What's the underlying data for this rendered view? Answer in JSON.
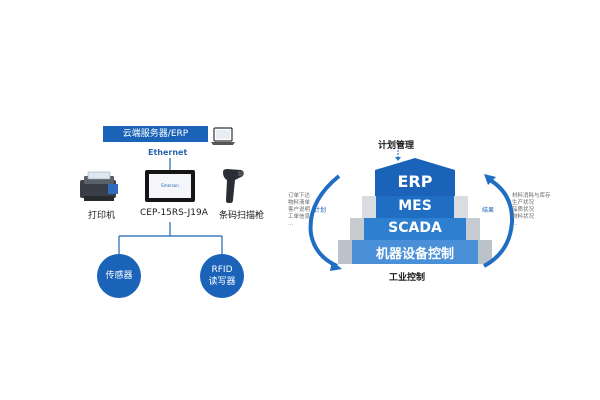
{
  "left": {
    "cloud_label": "云端服务器/ERP",
    "ethernet_label": "Ethernet",
    "printer_label": "打印机",
    "device_label": "CEP-15RS-J19A",
    "scanner_label": "条码扫描枪",
    "sensor_label": "传感器",
    "rfid_line1": "RFID",
    "rfid_line2": "读写器",
    "device_screen_logo": "Emerson"
  },
  "right": {
    "top_label": "计划管理",
    "bottom_label": "工业控制",
    "tiers": [
      "ERP",
      "MES",
      "SCADA",
      "机器设备控制"
    ],
    "left_arrow_label": "计划",
    "right_arrow_label": "结果",
    "left_list": [
      "订单下达",
      "物料清单",
      "客户说明",
      "工单信息",
      "..."
    ],
    "right_list": [
      "材料消耗与库存",
      "生产状况",
      "品质状况",
      "物料状况",
      "..."
    ]
  },
  "colors": {
    "brand_blue": "#1a63b8",
    "tier_blue": "#4a90d9",
    "tier_gray_light": "#d9dde2",
    "tier_gray": "#c6cbd1"
  }
}
